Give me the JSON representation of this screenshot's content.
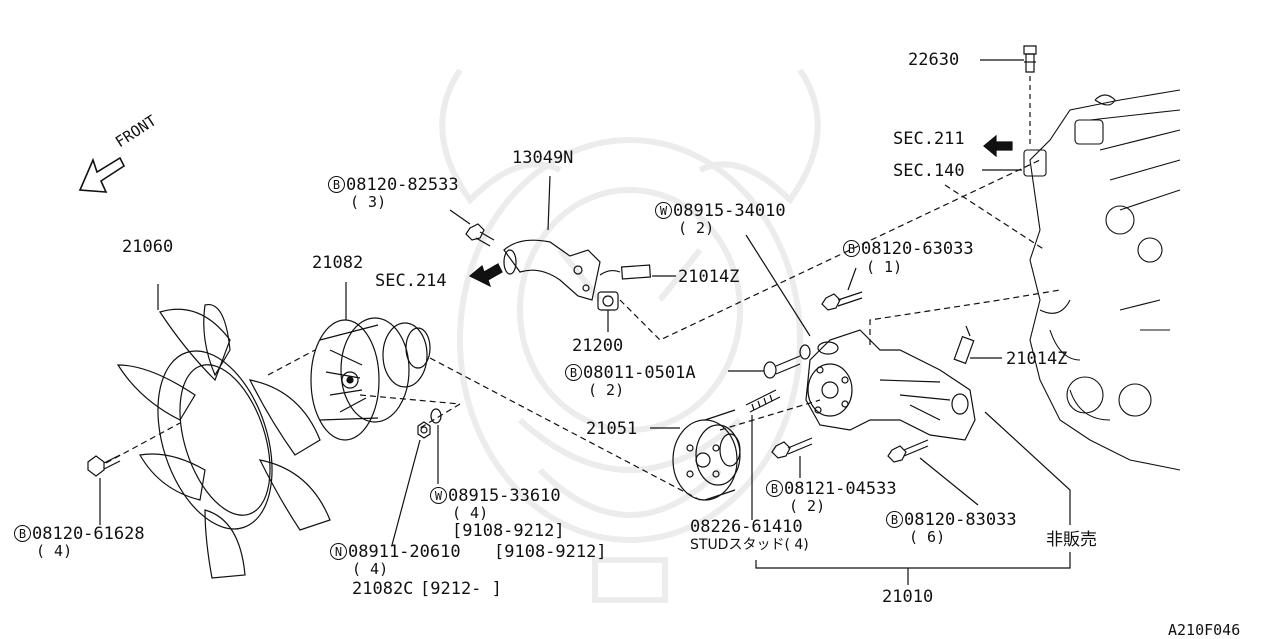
{
  "watermark": {
    "icon": "samurai-helmet-watermark"
  },
  "front_label": "FRONT",
  "diagram_code": "A210F046",
  "labels": {
    "p22630": "22630",
    "sec211": "SEC.211",
    "sec140": "SEC.140",
    "p13049n": "13049N",
    "b08120_82533": "08120-82533",
    "b08120_82533_qty": "( 3)",
    "w08915_34010": "08915-34010",
    "w08915_34010_qty": "( 2)",
    "b08120_63033": "08120-63033",
    "b08120_63033_qty": "( 1)",
    "p21060": "21060",
    "p21082": "21082",
    "sec214": "SEC.214",
    "p21014z_top": "21014Z",
    "p21200": "21200",
    "b08011_0501a": "08011-0501A",
    "b08011_0501a_qty": "( 2)",
    "p21014z_right": "21014Z",
    "p21051": "21051",
    "w08915_33610": "08915-33610",
    "w08915_33610_qty": "( 4)",
    "w08915_33610_date": "[9108-9212]",
    "b08121_04533": "08121-04533",
    "b08121_04533_qty": "( 2)",
    "b08120_61628": "08120-61628",
    "b08120_61628_qty": "( 4)",
    "p08226_61410": "08226-61410",
    "stud": "STUDスタッド( 4)",
    "b08120_83033": "08120-83033",
    "b08120_83033_qty": "( 6)",
    "not_for_sale": "非販売",
    "n08911_20610": "08911-20610",
    "n08911_20610_date": "[9108-9212]",
    "n08911_20610_qty": "( 4)",
    "p21082c": "21082C",
    "p21082c_date": "[9212-        ]",
    "p21010": "21010"
  },
  "markers": {
    "b": "B",
    "w": "W",
    "n": "N"
  }
}
